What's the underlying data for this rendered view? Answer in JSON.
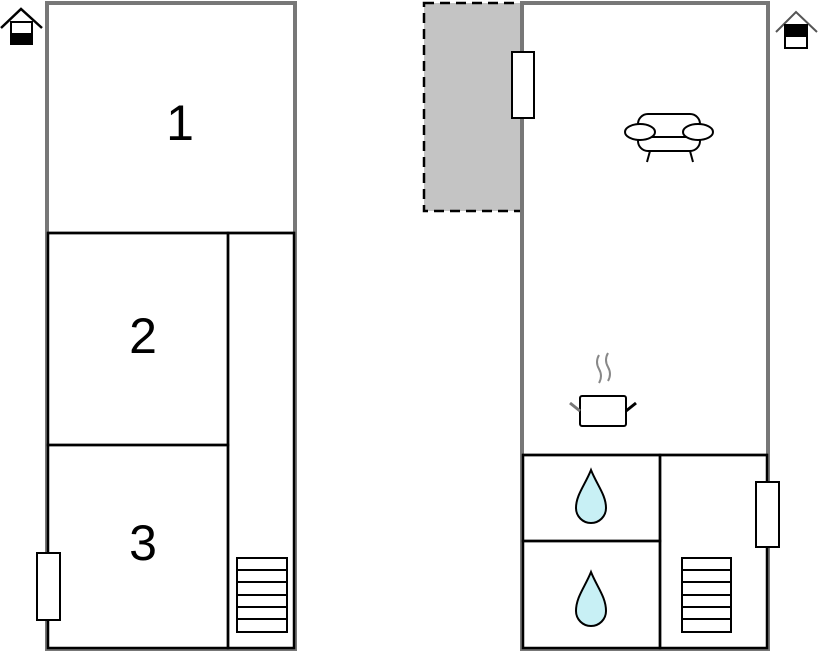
{
  "floors": [
    {
      "name": "upper",
      "rooms": [
        {
          "label": "1"
        },
        {
          "label": "2"
        },
        {
          "label": "3"
        }
      ]
    },
    {
      "name": "ground",
      "icons": [
        "sofa-icon",
        "cooking-pot-icon",
        "water-drop-icon",
        "water-drop-icon",
        "stairs-icon"
      ]
    }
  ],
  "colors": {
    "wall": "#777777",
    "line": "#000000",
    "terrace": "#c4c4c4",
    "water": "#c8f0f5"
  }
}
